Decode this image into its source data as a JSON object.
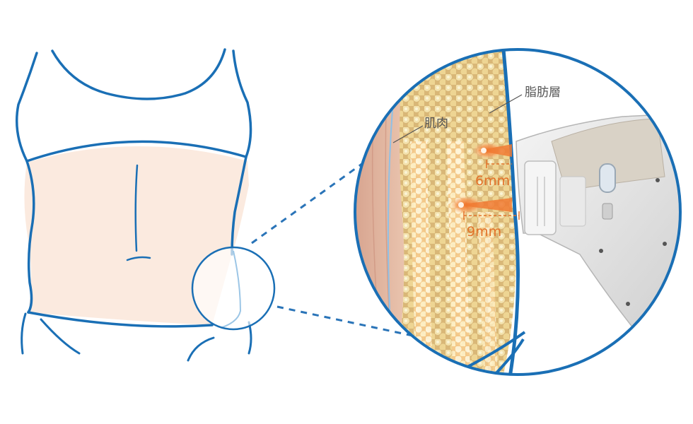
{
  "labels": {
    "muscle": "肌肉",
    "fat_layer": "脂肪層",
    "depth_shallow": "6mm",
    "depth_deep": "9mm"
  },
  "colors": {
    "outline": "#1a6fb5",
    "skin": "#fbeadf",
    "fat": "#e7c98e",
    "accent": "#e2722a",
    "device": "#e6e6e6",
    "zoom_line": "#2a74b8"
  },
  "icons": {
    "device": "ultrasound-probe-icon",
    "focal_point": "focal-point-icon"
  }
}
